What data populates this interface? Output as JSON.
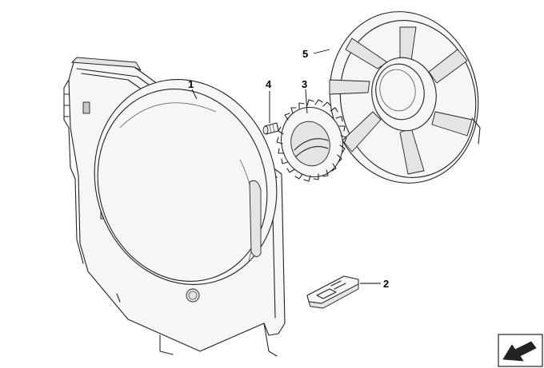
{
  "callouts": [
    {
      "id": "1",
      "label": "1"
    },
    {
      "id": "2",
      "label": "2"
    },
    {
      "id": "3",
      "label": "3"
    },
    {
      "id": "4",
      "label": "4"
    },
    {
      "id": "5",
      "label": "5"
    }
  ],
  "icons": {
    "corner_badge": "arrow-badge-icon"
  }
}
